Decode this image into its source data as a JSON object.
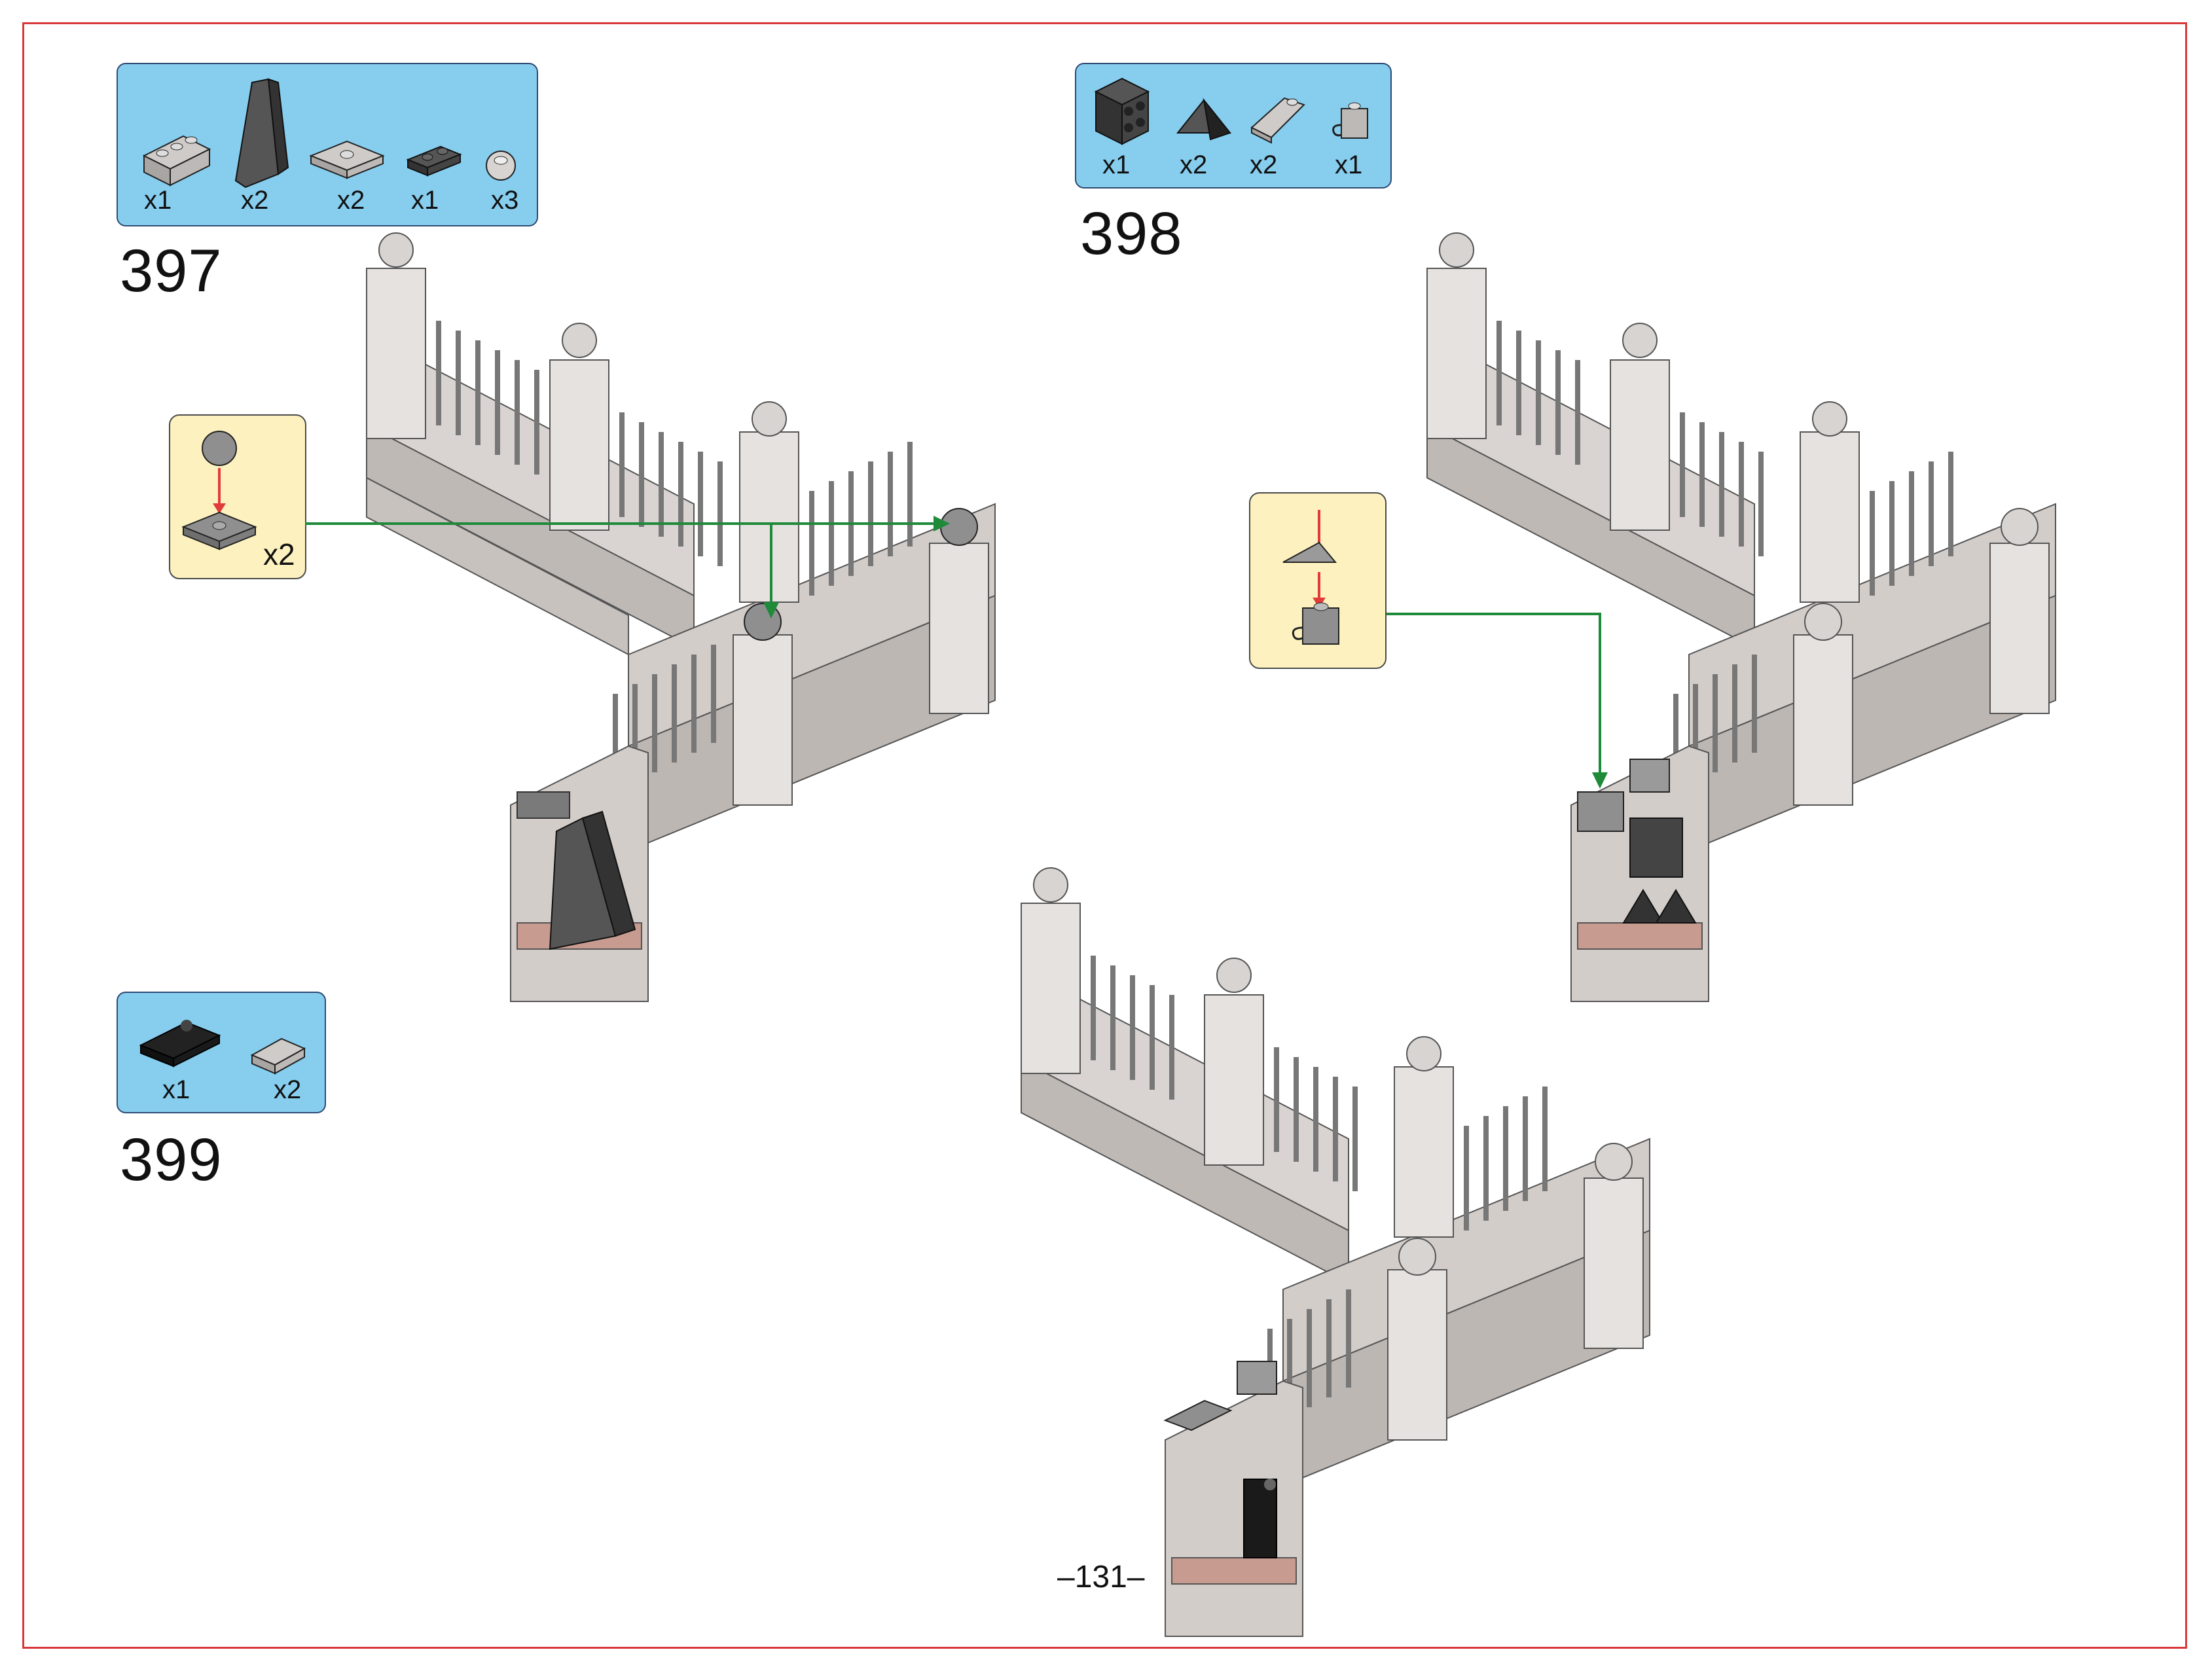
{
  "page": {
    "number": "–131–"
  },
  "steps": [
    {
      "number": "397",
      "parts": [
        {
          "name": "light-gray-brick-1x3",
          "qty": "x1"
        },
        {
          "name": "dark-gray-slope-brick",
          "qty": "x2"
        },
        {
          "name": "light-gray-plate-2x2-jumper",
          "qty": "x2"
        },
        {
          "name": "dark-gray-plate-1x2",
          "qty": "x1"
        },
        {
          "name": "light-gray-round-dome",
          "qty": "x3"
        }
      ],
      "callout": {
        "qty": "x2"
      }
    },
    {
      "number": "398",
      "parts": [
        {
          "name": "dark-gray-bracket-2x2",
          "qty": "x1"
        },
        {
          "name": "dark-gray-pyramid-slope",
          "qty": "x2"
        },
        {
          "name": "light-gray-slope-plate",
          "qty": "x2"
        },
        {
          "name": "light-gray-clip-brick",
          "qty": "x1"
        }
      ]
    },
    {
      "number": "399",
      "parts": [
        {
          "name": "black-plate-with-clip",
          "qty": "x1"
        },
        {
          "name": "light-gray-inverted-slope",
          "qty": "x2"
        }
      ]
    }
  ],
  "colors": {
    "border": "#d9383b",
    "parts_bg": "#86cdee",
    "callout_bg": "#fdf2bf",
    "arrow": "#1f8a3a",
    "callout_arrow": "#e23b3b"
  }
}
